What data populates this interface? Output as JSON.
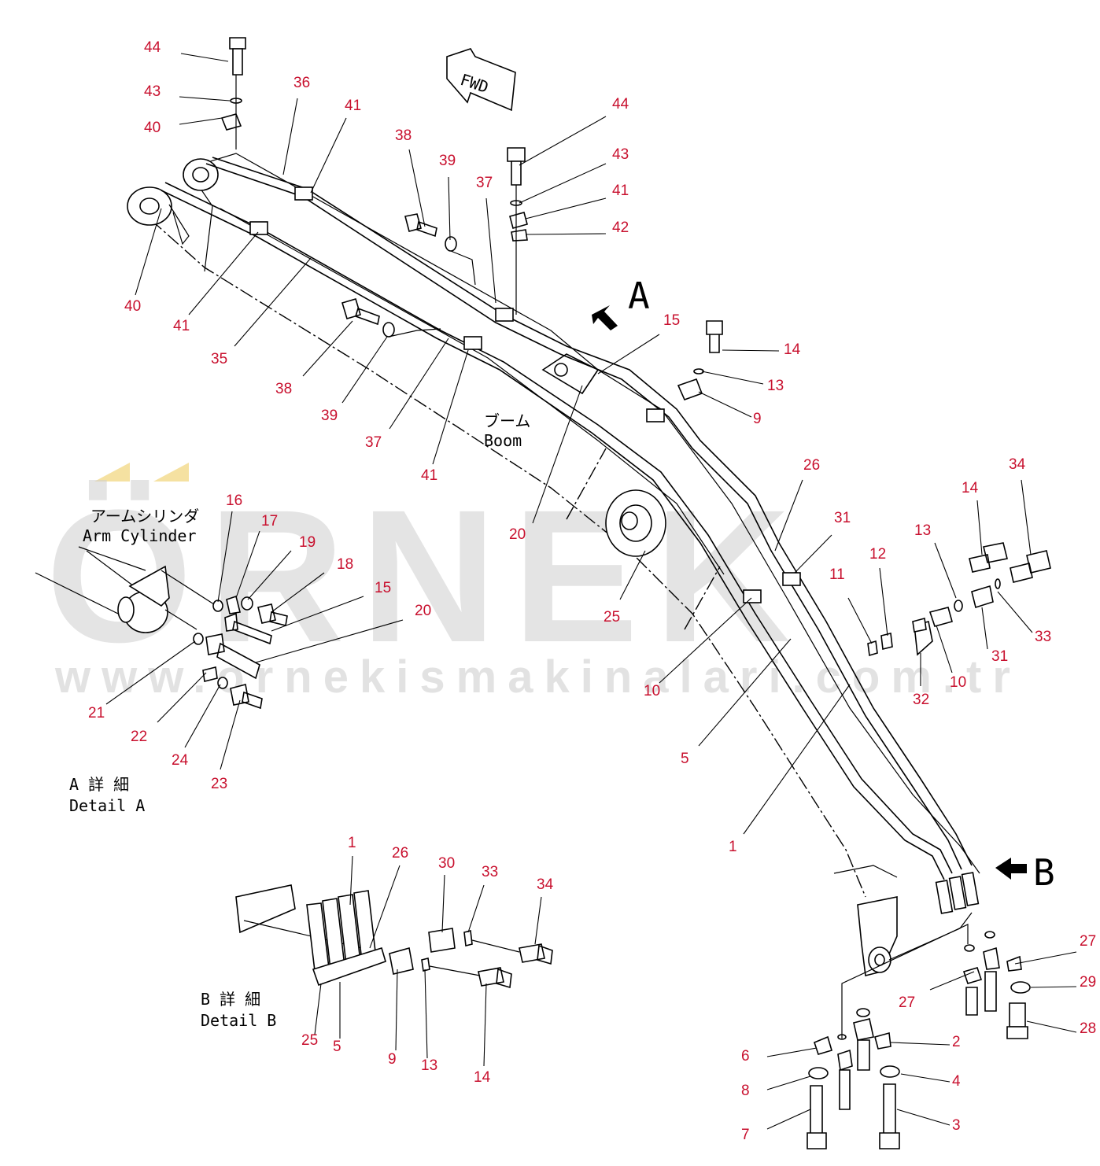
{
  "watermark": {
    "logo": "ÖRNEK",
    "url": "www.ornekismakinalari.com.tr",
    "color": "#c8c8c8",
    "accent_color": "#f3d98a"
  },
  "labels": {
    "fwd": "FWD",
    "boom_jp": "ブーム",
    "boom_en": "Boom",
    "arm_cyl_jp": "アームシリンダ",
    "arm_cyl_en": "Arm Cylinder",
    "detail_a_jp": "A 詳 細",
    "detail_a_en": "Detail A",
    "detail_b_jp": "B 詳 細",
    "detail_b_en": "Detail B",
    "marker_a": "A",
    "marker_b": "B"
  },
  "callouts": [
    {
      "id": "c44a",
      "text": "44"
    },
    {
      "id": "c43a",
      "text": "43"
    },
    {
      "id": "c40a",
      "text": "40"
    },
    {
      "id": "c36",
      "text": "36"
    },
    {
      "id": "c41a",
      "text": "41"
    },
    {
      "id": "c38a",
      "text": "38"
    },
    {
      "id": "c39a",
      "text": "39"
    },
    {
      "id": "c37a",
      "text": "37"
    },
    {
      "id": "c44b",
      "text": "44"
    },
    {
      "id": "c43b",
      "text": "43"
    },
    {
      "id": "c41b",
      "text": "41"
    },
    {
      "id": "c42",
      "text": "42"
    },
    {
      "id": "c40b",
      "text": "40"
    },
    {
      "id": "c41c",
      "text": "41"
    },
    {
      "id": "c35",
      "text": "35"
    },
    {
      "id": "c38b",
      "text": "38"
    },
    {
      "id": "c39b",
      "text": "39"
    },
    {
      "id": "c37b",
      "text": "37"
    },
    {
      "id": "c41d",
      "text": "41"
    },
    {
      "id": "c15a",
      "text": "15"
    },
    {
      "id": "c14a",
      "text": "14"
    },
    {
      "id": "c13a",
      "text": "13"
    },
    {
      "id": "c9a",
      "text": "9"
    },
    {
      "id": "c20a",
      "text": "20"
    },
    {
      "id": "c26a",
      "text": "26"
    },
    {
      "id": "c25a",
      "text": "25"
    },
    {
      "id": "c31a",
      "text": "31"
    },
    {
      "id": "c11",
      "text": "11"
    },
    {
      "id": "c12",
      "text": "12"
    },
    {
      "id": "c13b",
      "text": "13"
    },
    {
      "id": "c14b",
      "text": "14"
    },
    {
      "id": "c34a",
      "text": "34"
    },
    {
      "id": "c33a",
      "text": "33"
    },
    {
      "id": "c31b",
      "text": "31"
    },
    {
      "id": "c10a",
      "text": "10"
    },
    {
      "id": "c32",
      "text": "32"
    },
    {
      "id": "c10b",
      "text": "10"
    },
    {
      "id": "c5a",
      "text": "5"
    },
    {
      "id": "c1a",
      "text": "1"
    },
    {
      "id": "c16",
      "text": "16"
    },
    {
      "id": "c17",
      "text": "17"
    },
    {
      "id": "c19",
      "text": "19"
    },
    {
      "id": "c18",
      "text": "18"
    },
    {
      "id": "c15b",
      "text": "15"
    },
    {
      "id": "c20b",
      "text": "20"
    },
    {
      "id": "c21",
      "text": "21"
    },
    {
      "id": "c22",
      "text": "22"
    },
    {
      "id": "c24",
      "text": "24"
    },
    {
      "id": "c23",
      "text": "23"
    },
    {
      "id": "c1b",
      "text": "1"
    },
    {
      "id": "c26b",
      "text": "26"
    },
    {
      "id": "c30",
      "text": "30"
    },
    {
      "id": "c33b",
      "text": "33"
    },
    {
      "id": "c34b",
      "text": "34"
    },
    {
      "id": "c25b",
      "text": "25"
    },
    {
      "id": "c5b",
      "text": "5"
    },
    {
      "id": "c9b",
      "text": "9"
    },
    {
      "id": "c13c",
      "text": "13"
    },
    {
      "id": "c14c",
      "text": "14"
    },
    {
      "id": "c27a",
      "text": "27"
    },
    {
      "id": "c27b",
      "text": "27"
    },
    {
      "id": "c29",
      "text": "29"
    },
    {
      "id": "c28",
      "text": "28"
    },
    {
      "id": "c6",
      "text": "6"
    },
    {
      "id": "c2",
      "text": "2"
    },
    {
      "id": "c8",
      "text": "8"
    },
    {
      "id": "c4",
      "text": "4"
    },
    {
      "id": "c7",
      "text": "7"
    },
    {
      "id": "c3",
      "text": "3"
    }
  ]
}
